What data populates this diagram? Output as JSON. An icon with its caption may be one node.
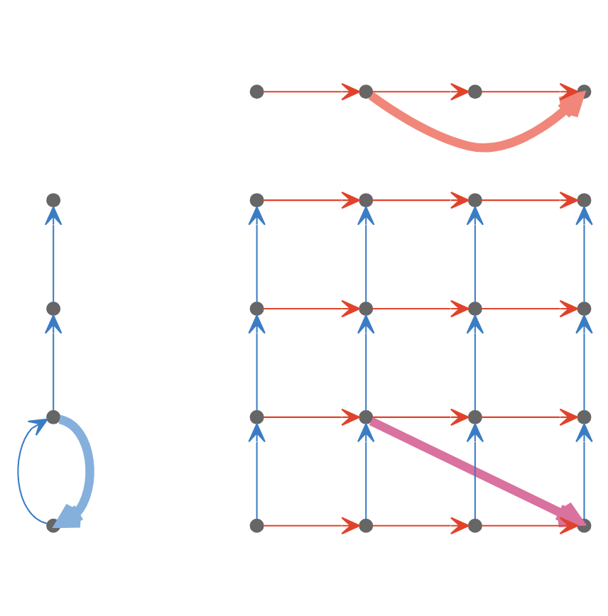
{
  "diagram": {
    "nodes": [
      {
        "text": [],
        "shape": "circle"
      },
      {
        "text": [],
        "shape": "circle"
      },
      {
        "text": [],
        "shape": "circle"
      },
      {
        "text": [],
        "shape": "circle"
      },
      {
        "text": [],
        "shape": "circle"
      },
      {
        "text": [],
        "shape": "circle"
      },
      {
        "text": [],
        "shape": "circle"
      },
      {
        "text": [],
        "shape": "circle"
      },
      {
        "text": [],
        "shape": "circle"
      },
      {
        "text": [],
        "shape": "circle"
      },
      {
        "text": [],
        "shape": "circle"
      },
      {
        "text": [],
        "shape": "circle"
      },
      {
        "text": [],
        "shape": "circle"
      },
      {
        "text": [],
        "shape": "circle"
      },
      {
        "text": [],
        "shape": "circle"
      },
      {
        "text": [],
        "shape": "circle"
      },
      {
        "text": [],
        "shape": "circle"
      },
      {
        "text": [],
        "shape": "circle"
      },
      {
        "text": [],
        "shape": "circle"
      },
      {
        "text": [],
        "shape": "circle"
      },
      {
        "text": [],
        "shape": "circle"
      },
      {
        "text": [],
        "shape": "circle"
      },
      {
        "text": [],
        "shape": "circle"
      },
      {
        "text": [],
        "shape": "circle"
      }
    ],
    "edges": [
      {
        "from": 0,
        "to": 1,
        "arrow": "to"
      },
      {
        "from": 1,
        "to": 2,
        "arrow": "to"
      },
      {
        "from": 2,
        "to": 3,
        "arrow": "to"
      },
      {
        "from": 5,
        "to": 6,
        "arrow": "to"
      },
      {
        "from": 6,
        "to": 7,
        "arrow": "to"
      },
      {
        "from": 7,
        "to": 8,
        "arrow": "to"
      },
      {
        "from": 10,
        "to": 11,
        "arrow": "to"
      },
      {
        "from": 11,
        "to": 12,
        "arrow": "to"
      },
      {
        "from": 12,
        "to": 13,
        "arrow": "to"
      },
      {
        "from": 15,
        "to": 16,
        "arrow": "to"
      },
      {
        "from": 16,
        "to": 17,
        "arrow": "to"
      },
      {
        "from": 17,
        "to": 18,
        "arrow": "to"
      },
      {
        "from": 20,
        "to": 21,
        "arrow": "to"
      },
      {
        "from": 21,
        "to": 22,
        "arrow": "to"
      },
      {
        "from": 22,
        "to": 23,
        "arrow": "to"
      },
      {
        "from": 9,
        "to": 4,
        "arrow": "to",
        "color": "#3b7dc4"
      },
      {
        "from": 14,
        "to": 9,
        "arrow": "to",
        "color": "#3b7dc4"
      },
      {
        "from": 19,
        "to": 14,
        "arrow": "to",
        "color": "#3b7dc4"
      },
      {
        "from": 10,
        "to": 5,
        "arrow": "to",
        "color": "#3b7dc4"
      },
      {
        "from": 11,
        "to": 6,
        "arrow": "to",
        "color": "#3b7dc4"
      },
      {
        "from": 12,
        "to": 7,
        "arrow": "to",
        "color": "#3b7dc4"
      },
      {
        "from": 13,
        "to": 8,
        "arrow": "to",
        "color": "#3b7dc4"
      },
      {
        "from": 15,
        "to": 10,
        "arrow": "to",
        "color": "#3b7dc4"
      },
      {
        "from": 16,
        "to": 11,
        "arrow": "to",
        "color": "#3b7dc4"
      },
      {
        "from": 17,
        "to": 12,
        "arrow": "to",
        "color": "#3b7dc4"
      },
      {
        "from": 18,
        "to": 13,
        "arrow": "to",
        "color": "#3b7dc4"
      },
      {
        "from": 20,
        "to": 15,
        "arrow": "to",
        "color": "#3b7dc4"
      },
      {
        "from": 21,
        "to": 16,
        "arrow": "to",
        "color": "#3b7dc4"
      },
      {
        "from": 22,
        "to": 17,
        "arrow": "to",
        "color": "#3b7dc4"
      },
      {
        "from": 23,
        "to": 18,
        "arrow": "to",
        "color": "#3b7dc4"
      },
      {
        "from": 1,
        "to": 3,
        "arrow": "to",
        "style": "thick",
        "color": "#f0877a"
      },
      {
        "from": 16,
        "to": 23,
        "arrow": "to",
        "style": "thick",
        "color": "#d9729f"
      },
      {
        "from": 14,
        "to": 19,
        "arrow": "to",
        "style": "thick",
        "color": "#86b0dc"
      }
    ]
  }
}
